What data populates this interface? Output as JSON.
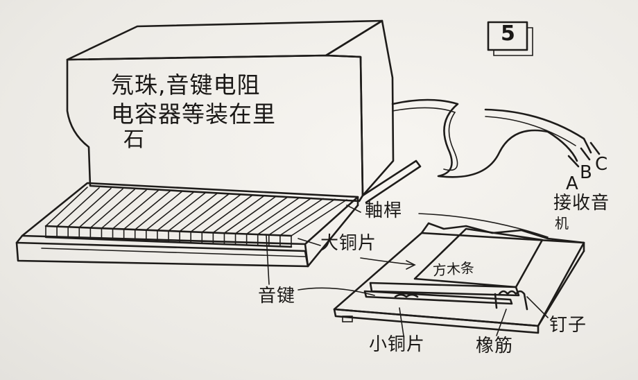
{
  "figure_number": "5",
  "annotation_inside": [
    "氖珠,音键电阻",
    "电容器等装在里"
  ],
  "front_panel_mark": "石",
  "labels": {
    "axle": "軸桿",
    "large_copper": "大铜片",
    "key": "音键",
    "wood_strip": "方木条",
    "small_copper": "小铜片",
    "rubber_band": "橡筋",
    "nail": "钉子",
    "receiver_line1": "接收音",
    "receiver_line2": "机"
  },
  "terminals": [
    "A",
    "B",
    "C"
  ]
}
